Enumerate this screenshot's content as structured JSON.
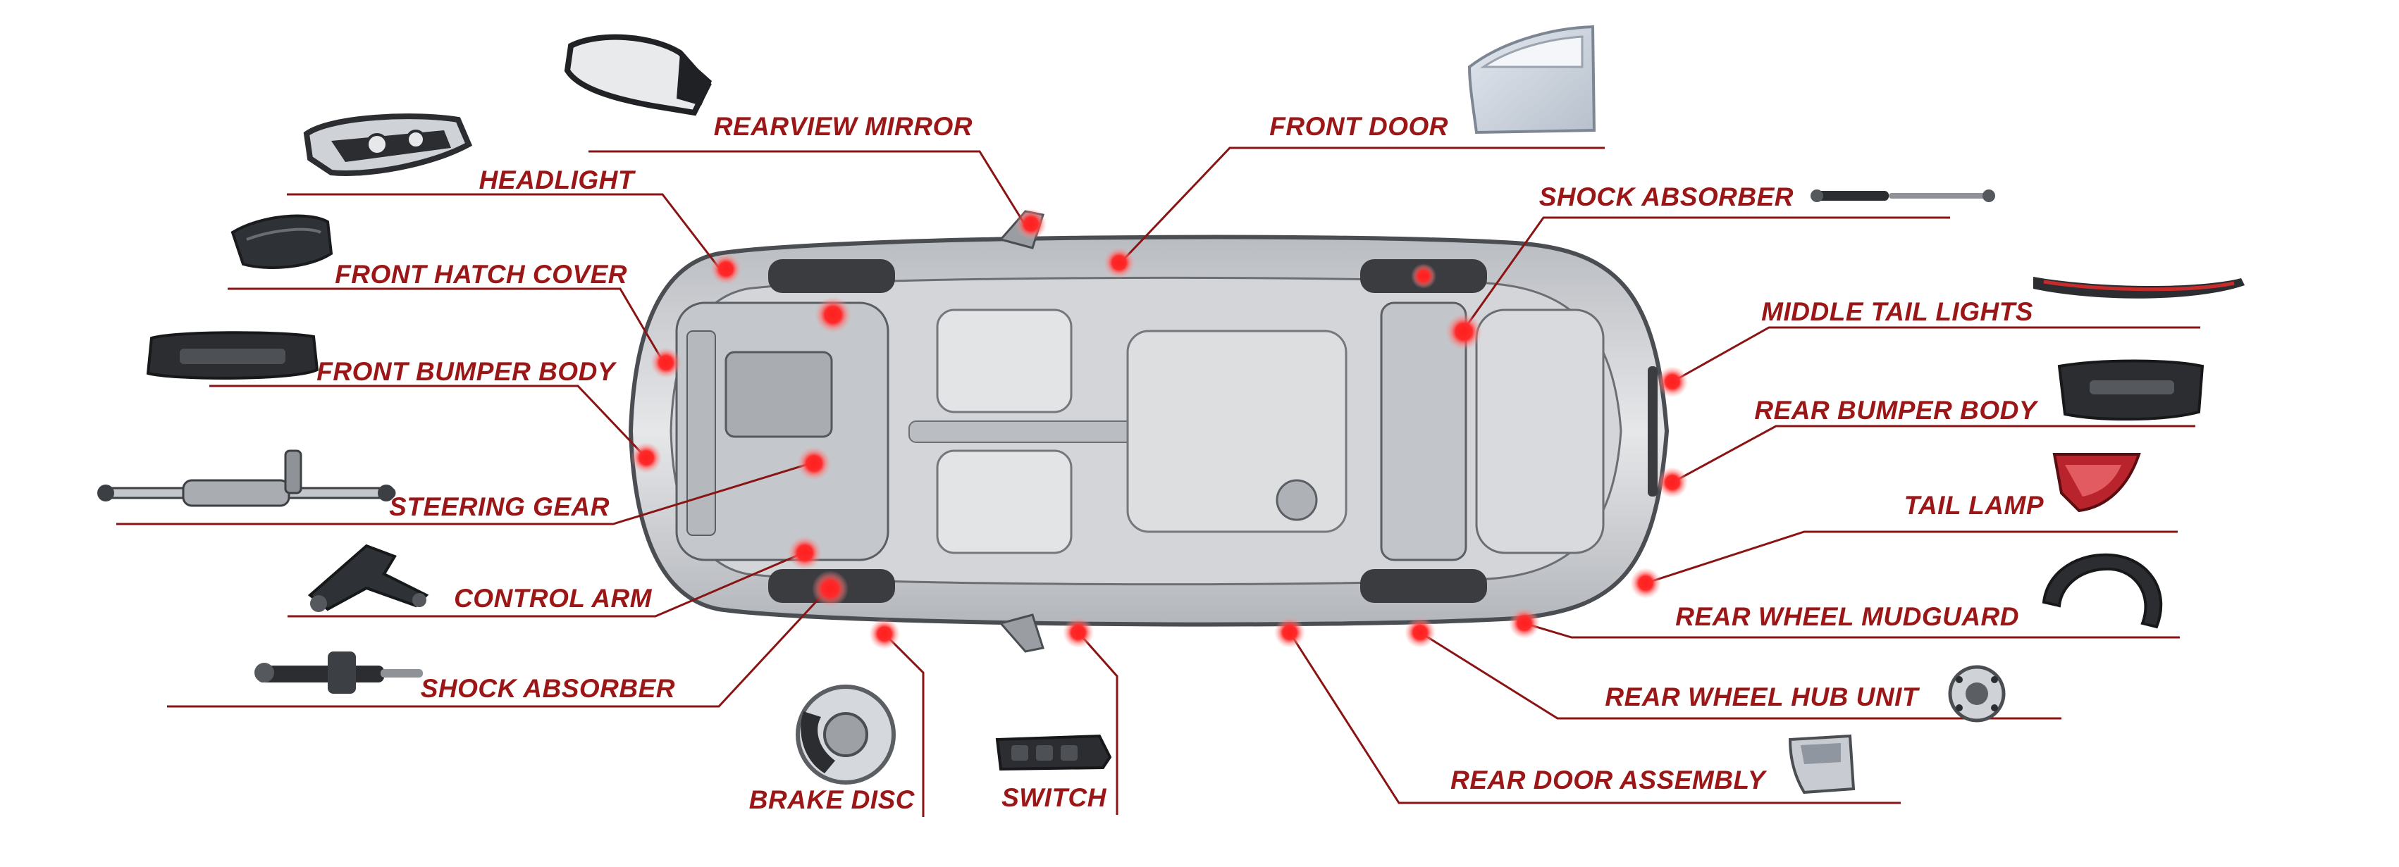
{
  "colors": {
    "label": "#9b1616",
    "leader": "#8a1414",
    "hotspot_core": "#ff1e1e",
    "hotspot_glow": "#ff6f6f",
    "car_body": "#d9dadc",
    "car_dark": "#4a4d52",
    "car_glass": "#9fa3a8",
    "thumbnail_dark": "#2b2d31",
    "thumbnail_light": "#c8ccd2"
  },
  "labels": {
    "rearview_mirror": "REARVIEW MIRROR",
    "headlight": "HEADLIGHT",
    "front_hatch_cover": "FRONT HATCH COVER",
    "front_bumper_body": "FRONT BUMPER BODY",
    "steering_gear": "STEERING GEAR",
    "control_arm": "CONTROL ARM",
    "shock_absorber_front": "SHOCK ABSORBER",
    "brake_disc": "BRAKE DISC",
    "switch": "SWITCH",
    "front_door": "FRONT DOOR",
    "shock_absorber_rear": "SHOCK ABSORBER",
    "middle_tail_lights": "MIDDLE TAIL LIGHTS",
    "rear_bumper_body": "REAR BUMPER BODY",
    "tail_lamp": "TAIL LAMP",
    "rear_wheel_mudguard": "REAR WHEEL MUDGUARD",
    "rear_wheel_hub_unit": "REAR WHEEL HUB UNIT",
    "rear_door_assembly": "REAR DOOR ASSEMBLY"
  },
  "icons": {
    "rearview_mirror": "rearview-mirror-icon",
    "headlight": "headlight-icon",
    "front_hatch_cover": "hood-icon",
    "front_bumper_body": "front-bumper-icon",
    "steering_gear": "steering-rack-icon",
    "control_arm": "control-arm-icon",
    "shock_absorber_front": "strut-icon",
    "brake_disc": "brake-disc-icon",
    "switch": "window-switch-icon",
    "front_door": "front-door-icon",
    "shock_absorber_rear": "gas-spring-icon",
    "middle_tail_lights": "light-bar-icon",
    "rear_bumper_body": "rear-bumper-icon",
    "tail_lamp": "tail-lamp-icon",
    "rear_wheel_mudguard": "mudguard-icon",
    "rear_wheel_hub_unit": "wheel-hub-icon",
    "rear_door_assembly": "rear-door-icon"
  }
}
